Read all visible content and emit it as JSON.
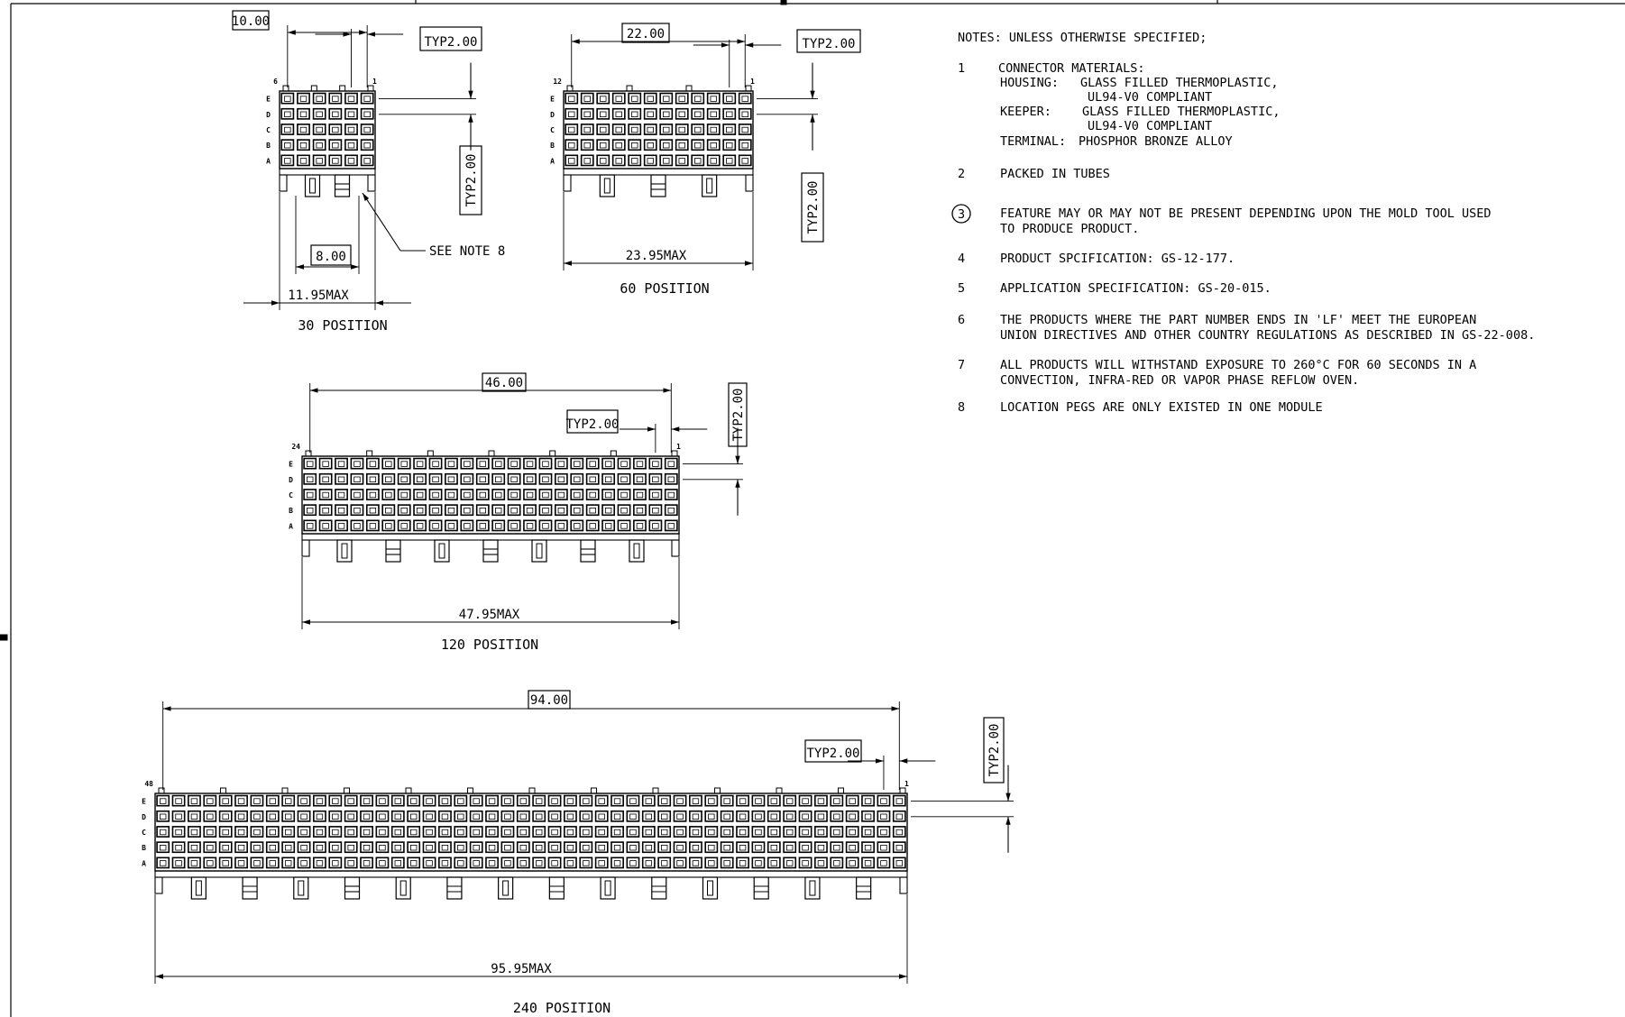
{
  "drawings": [
    {
      "id": "d30",
      "caption": "30 POSITION",
      "columns": 6,
      "pin_first": "6",
      "pin_last": "1",
      "rows": [
        "E",
        "D",
        "C",
        "B",
        "A"
      ],
      "pitch_dim": "10.00",
      "typ_h": "TYP2.00",
      "typ_v": "TYP2.00",
      "peg_dim": "8.00",
      "overall_dim": "11.95MAX",
      "callout": "SEE NOTE 8"
    },
    {
      "id": "d60",
      "caption": "60 POSITION",
      "columns": 12,
      "pin_first": "12",
      "pin_last": "1",
      "rows": [
        "E",
        "D",
        "C",
        "B",
        "A"
      ],
      "pitch_dim": "22.00",
      "typ_h": "TYP2.00",
      "typ_v": "TYP2.00",
      "overall_dim": "23.95MAX"
    },
    {
      "id": "d120",
      "caption": "120 POSITION",
      "columns": 24,
      "pin_first": "24",
      "pin_last": "1",
      "rows": [
        "E",
        "D",
        "C",
        "B",
        "A"
      ],
      "pitch_dim": "46.00",
      "typ_h": "TYP2.00",
      "typ_v": "TYP2.00",
      "overall_dim": "47.95MAX"
    },
    {
      "id": "d240",
      "caption": "240 POSITION",
      "columns": 48,
      "pin_first": "48",
      "pin_last": "1",
      "rows": [
        "E",
        "D",
        "C",
        "B",
        "A"
      ],
      "pitch_dim": "94.00",
      "typ_h": "TYP2.00",
      "typ_v": "TYP2.00",
      "overall_dim": "95.95MAX"
    }
  ],
  "notes": {
    "header": "NOTES: UNLESS OTHERWISE SPECIFIED;",
    "n1_num": "1",
    "n1_title": "CONNECTOR MATERIALS:",
    "n1_housing_label": "HOUSING:",
    "n1_housing_l1": "GLASS FILLED THERMOPLASTIC,",
    "n1_housing_l2": "UL94-V0 COMPLIANT",
    "n1_keeper_label": "KEEPER:",
    "n1_keeper_l1": "GLASS FILLED THERMOPLASTIC,",
    "n1_keeper_l2": "UL94-V0 COMPLIANT",
    "n1_terminal_label": "TERMINAL:",
    "n1_terminal_l1": "PHOSPHOR BRONZE ALLOY",
    "n2_num": "2",
    "n2_l1": "PACKED IN TUBES",
    "n3_num": "3",
    "n3_l1": "FEATURE MAY OR MAY NOT BE PRESENT DEPENDING UPON THE MOLD TOOL USED",
    "n3_l2": "TO PRODUCE PRODUCT.",
    "n4_num": "4",
    "n4_l1": "PRODUCT SPCIFICATION:  GS-12-177.",
    "n5_num": "5",
    "n5_l1": "APPLICATION SPECIFICATION:  GS-20-015.",
    "n6_num": "6",
    "n6_l1": "THE PRODUCTS WHERE THE PART NUMBER ENDS IN 'LF' MEET THE EUROPEAN",
    "n6_l2": "UNION DIRECTIVES AND OTHER COUNTRY REGULATIONS AS DESCRIBED IN GS-22-008.",
    "n7_num": "7",
    "n7_l1": "ALL PRODUCTS WILL WITHSTAND EXPOSURE TO 260°C FOR 60 SECONDS IN  A",
    "n7_l2": "CONVECTION, INFRA-RED OR VAPOR PHASE REFLOW OVEN.",
    "n8_num": "8",
    "n8_l1": "LOCATION PEGS ARE ONLY EXISTED IN ONE MODULE"
  }
}
